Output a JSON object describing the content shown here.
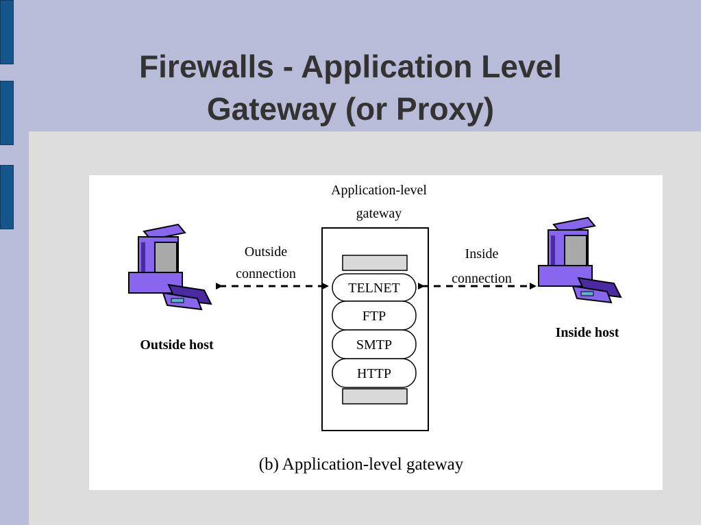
{
  "slide": {
    "title_line1": "Firewalls - Application Level",
    "title_line2": "Gateway (or Proxy)"
  },
  "diagram": {
    "gateway_label_line1": "Application-level",
    "gateway_label_line2": "gateway",
    "outside_connection_line1": "Outside",
    "outside_connection_line2": "connection",
    "inside_connection_line1": "Inside",
    "inside_connection_line2": "connection",
    "protocols": [
      "TELNET",
      "FTP",
      "SMTP",
      "HTTP"
    ],
    "outside_host_label": "Outside host",
    "inside_host_label": "Inside host",
    "caption": "(b) Application-level gateway",
    "colors": {
      "computer": "#8866ee",
      "computer_dark": "#4a2aa0",
      "screen": "#a9a9a9",
      "panel_bar": "#d9d9d9"
    }
  }
}
